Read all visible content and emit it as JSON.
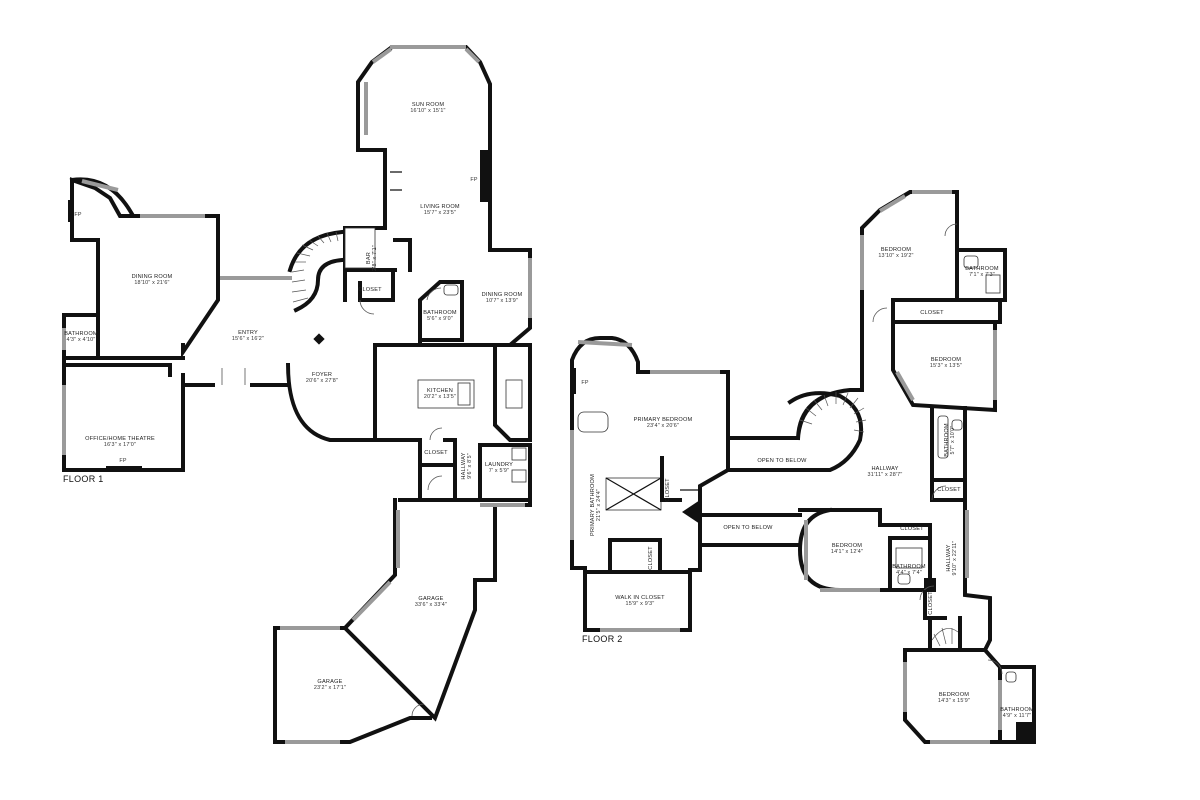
{
  "floors": [
    {
      "label": "FLOOR 1",
      "rooms": [
        {
          "name": "SUN ROOM",
          "dims": "16'10\" x 15'1\""
        },
        {
          "name": "LIVING ROOM",
          "dims": "15'7\" x 23'5\""
        },
        {
          "name": "DINING ROOM",
          "dims": "18'10\" x 21'6\""
        },
        {
          "name": "DINING ROOM",
          "dims": "10'7\" x 13'9\""
        },
        {
          "name": "BAR",
          "dims": "2'8\" x 7'1\""
        },
        {
          "name": "CLOSET",
          "dims": ""
        },
        {
          "name": "BATHROOM",
          "dims": "5'6\" x 9'0\""
        },
        {
          "name": "ENTRY",
          "dims": "15'6\" x 16'2\""
        },
        {
          "name": "BATHROOM",
          "dims": "4'3\" x 4'10\""
        },
        {
          "name": "FOYER",
          "dims": "20'6\" x 27'8\""
        },
        {
          "name": "KITCHEN",
          "dims": "20'2\" x 13'5\""
        },
        {
          "name": "OFFICE/HOME THEATRE",
          "dims": "16'3\" x 17'0\""
        },
        {
          "name": "CLOSET",
          "dims": ""
        },
        {
          "name": "HALLWAY",
          "dims": "9'6\" x 8'5\""
        },
        {
          "name": "LAUNDRY",
          "dims": "7' x 5'9\""
        },
        {
          "name": "GARAGE",
          "dims": "33'6\" x 33'4\""
        },
        {
          "name": "GARAGE",
          "dims": "23'2\" x 17'1\""
        }
      ],
      "markers": {
        "fireplace": "FP"
      }
    },
    {
      "label": "FLOOR 2",
      "rooms": [
        {
          "name": "PRIMARY BEDROOM",
          "dims": "23'4\" x 20'6\""
        },
        {
          "name": "PRIMARY BATHROOM",
          "dims": "21'5\" x 24'4\""
        },
        {
          "name": "CLOSET",
          "dims": ""
        },
        {
          "name": "CLOSET",
          "dims": ""
        },
        {
          "name": "WALK IN CLOSET",
          "dims": "15'9\" x 9'3\""
        },
        {
          "name": "OPEN TO BELOW",
          "dims": ""
        },
        {
          "name": "OPEN TO BELOW",
          "dims": ""
        },
        {
          "name": "HALLWAY",
          "dims": "31'11\" x 28'7\""
        },
        {
          "name": "BEDROOM",
          "dims": "13'10\" x 19'2\""
        },
        {
          "name": "BATHROOM",
          "dims": "7'1\" x 7'3\""
        },
        {
          "name": "CLOSET",
          "dims": ""
        },
        {
          "name": "BEDROOM",
          "dims": "15'3\" x 13'5\""
        },
        {
          "name": "BATHROOM",
          "dims": "5'7\" x 10'0\""
        },
        {
          "name": "CLOSET",
          "dims": ""
        },
        {
          "name": "BEDROOM",
          "dims": "14'1\" x 12'4\""
        },
        {
          "name": "CLOSET",
          "dims": ""
        },
        {
          "name": "BATHROOM",
          "dims": "4'4\" x 7'4\""
        },
        {
          "name": "HALLWAY",
          "dims": "9'10\" x 22'11\""
        },
        {
          "name": "CLOSET",
          "dims": ""
        },
        {
          "name": "BEDROOM",
          "dims": "14'3\" x 15'9\""
        },
        {
          "name": "BATHROOM",
          "dims": "4'9\" x 11'7\""
        }
      ],
      "markers": {
        "fireplace": "FP"
      }
    }
  ]
}
